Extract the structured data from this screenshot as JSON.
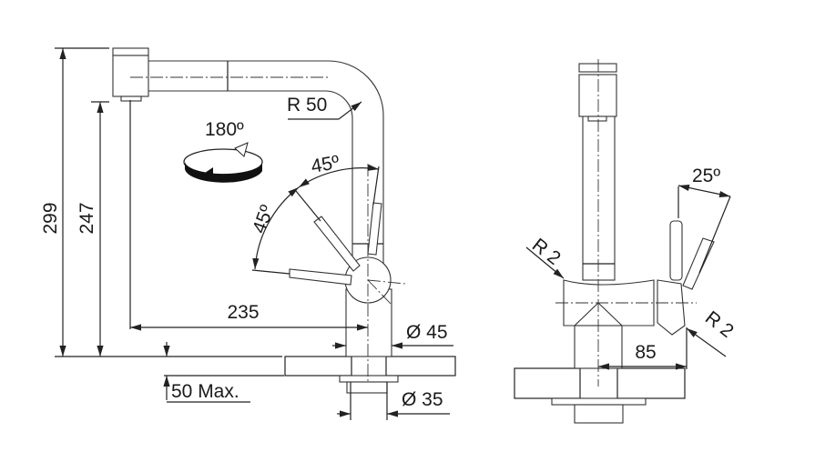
{
  "left_view": {
    "height_total": "299",
    "height_spout": "247",
    "reach": "235",
    "radius": "R 50",
    "rotation": "180º",
    "lever_angle_1": "45º",
    "lever_angle_2": "45º",
    "body_diameter": "Ø 45",
    "hole_diameter": "Ø 35",
    "counter_thickness": "50 Max."
  },
  "right_view": {
    "lever_angle": "25º",
    "radius_left": "R 2",
    "radius_right": "R 2",
    "lever_offset": "85"
  }
}
